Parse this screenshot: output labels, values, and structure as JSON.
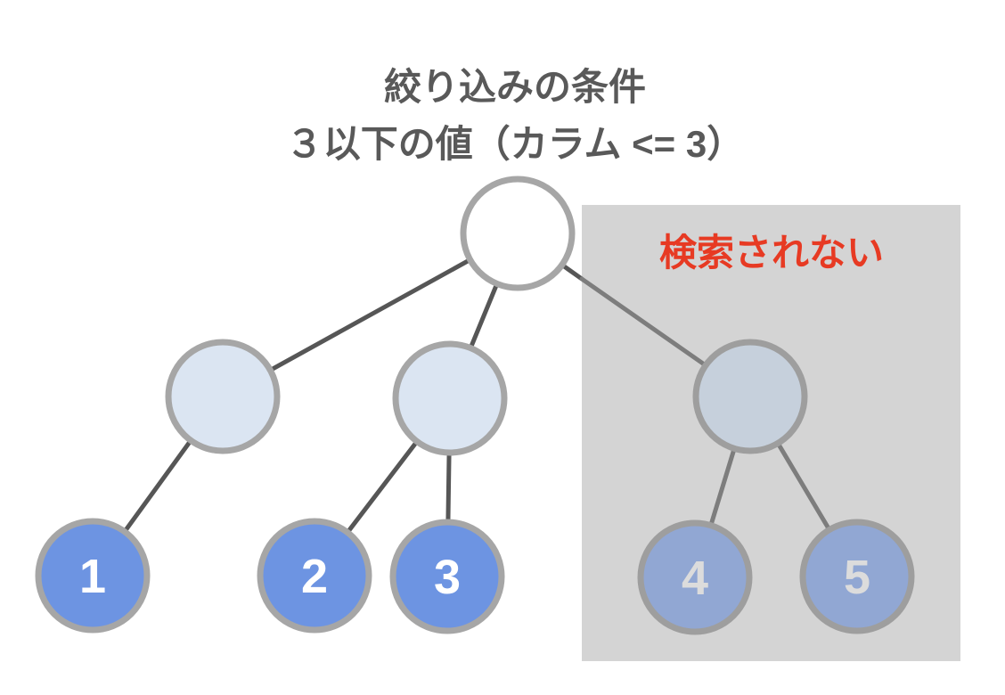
{
  "title": {
    "line1": "絞り込みの条件",
    "line2": "３以下の値（カラム <= 3）"
  },
  "excluded_region": {
    "label": "検索されない"
  },
  "tree": {
    "root": {
      "label": ""
    },
    "branches": [
      {
        "id": "left",
        "label": ""
      },
      {
        "id": "center",
        "label": ""
      },
      {
        "id": "right",
        "label": ""
      }
    ],
    "leaves": [
      {
        "label": "1",
        "included": true
      },
      {
        "label": "2",
        "included": true
      },
      {
        "label": "3",
        "included": true
      },
      {
        "label": "4",
        "included": false
      },
      {
        "label": "5",
        "included": false
      }
    ]
  },
  "colors": {
    "title_text": "#595959",
    "alert_red": "#e73a23",
    "region_gray": "#d4d4d4",
    "leaf_blue": "#6d94e2",
    "branch_light_blue": "#dbe5f2",
    "root_white": "#ffffff",
    "node_border": "#a6a6a6",
    "edge": "#565656",
    "muted_leaf_blue": "#91a7d3",
    "muted_branch_blue": "#c6d0dc",
    "muted_node_border": "#9e9e9e",
    "muted_edge": "#7d7d7d",
    "muted_label": "#dcdcdc"
  }
}
